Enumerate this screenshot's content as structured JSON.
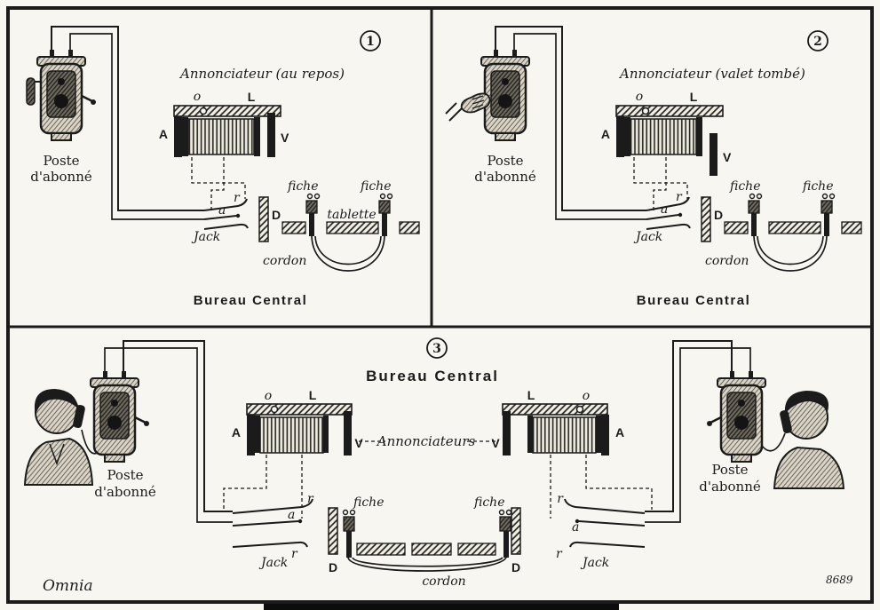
{
  "plate": {
    "colors": {
      "ink": "#1b1b1b",
      "paper": "#f8f6f1"
    },
    "signature": "Omnia",
    "plate_number": "8689"
  },
  "panel1": {
    "number": "1",
    "subscriber_set": {
      "line1": "Poste",
      "line2": "d'abonné"
    },
    "annunciator": {
      "caption": "Annonciateur (au repos)",
      "o": "o",
      "L": "L",
      "A": "A",
      "V": "V"
    },
    "jack": {
      "r": "r",
      "a": "a",
      "label": "Jack",
      "D": "D"
    },
    "fiche_left": "fiche",
    "fiche_right": "fiche",
    "tablette": "tablette",
    "cordon": "cordon",
    "bureau": "Bureau Central"
  },
  "panel2": {
    "number": "2",
    "subscriber_set": {
      "line1": "Poste",
      "line2": "d'abonné"
    },
    "annunciator": {
      "caption": "Annonciateur (valet tombé)",
      "o": "o",
      "L": "L",
      "A": "A",
      "V": "V"
    },
    "jack": {
      "r": "r",
      "a": "a",
      "label": "Jack",
      "D": "D"
    },
    "fiche_left": "fiche",
    "fiche_right": "fiche",
    "cordon": "cordon",
    "bureau": "Bureau Central"
  },
  "panel3": {
    "number": "3",
    "bureau": "Bureau Central",
    "annunciators_label": "Annonciateurs",
    "subscriber_left": {
      "line1": "Poste",
      "line2": "d'abonné"
    },
    "subscriber_right": {
      "line1": "Poste",
      "line2": "d'abonné"
    },
    "annunciator_left": {
      "o": "o",
      "L": "L",
      "A": "A",
      "V": "V"
    },
    "annunciator_right": {
      "o": "o",
      "L": "L",
      "A": "A",
      "V": "V"
    },
    "jack_left": {
      "r_top": "r",
      "a": "a",
      "r_bottom": "r",
      "label": "Jack",
      "D": "D"
    },
    "jack_right": {
      "r_top": "r",
      "a": "a",
      "r_bottom": "r",
      "label": "Jack",
      "D": "D"
    },
    "fiche_left": "fiche",
    "fiche_right": "fiche",
    "cordon": "cordon"
  }
}
